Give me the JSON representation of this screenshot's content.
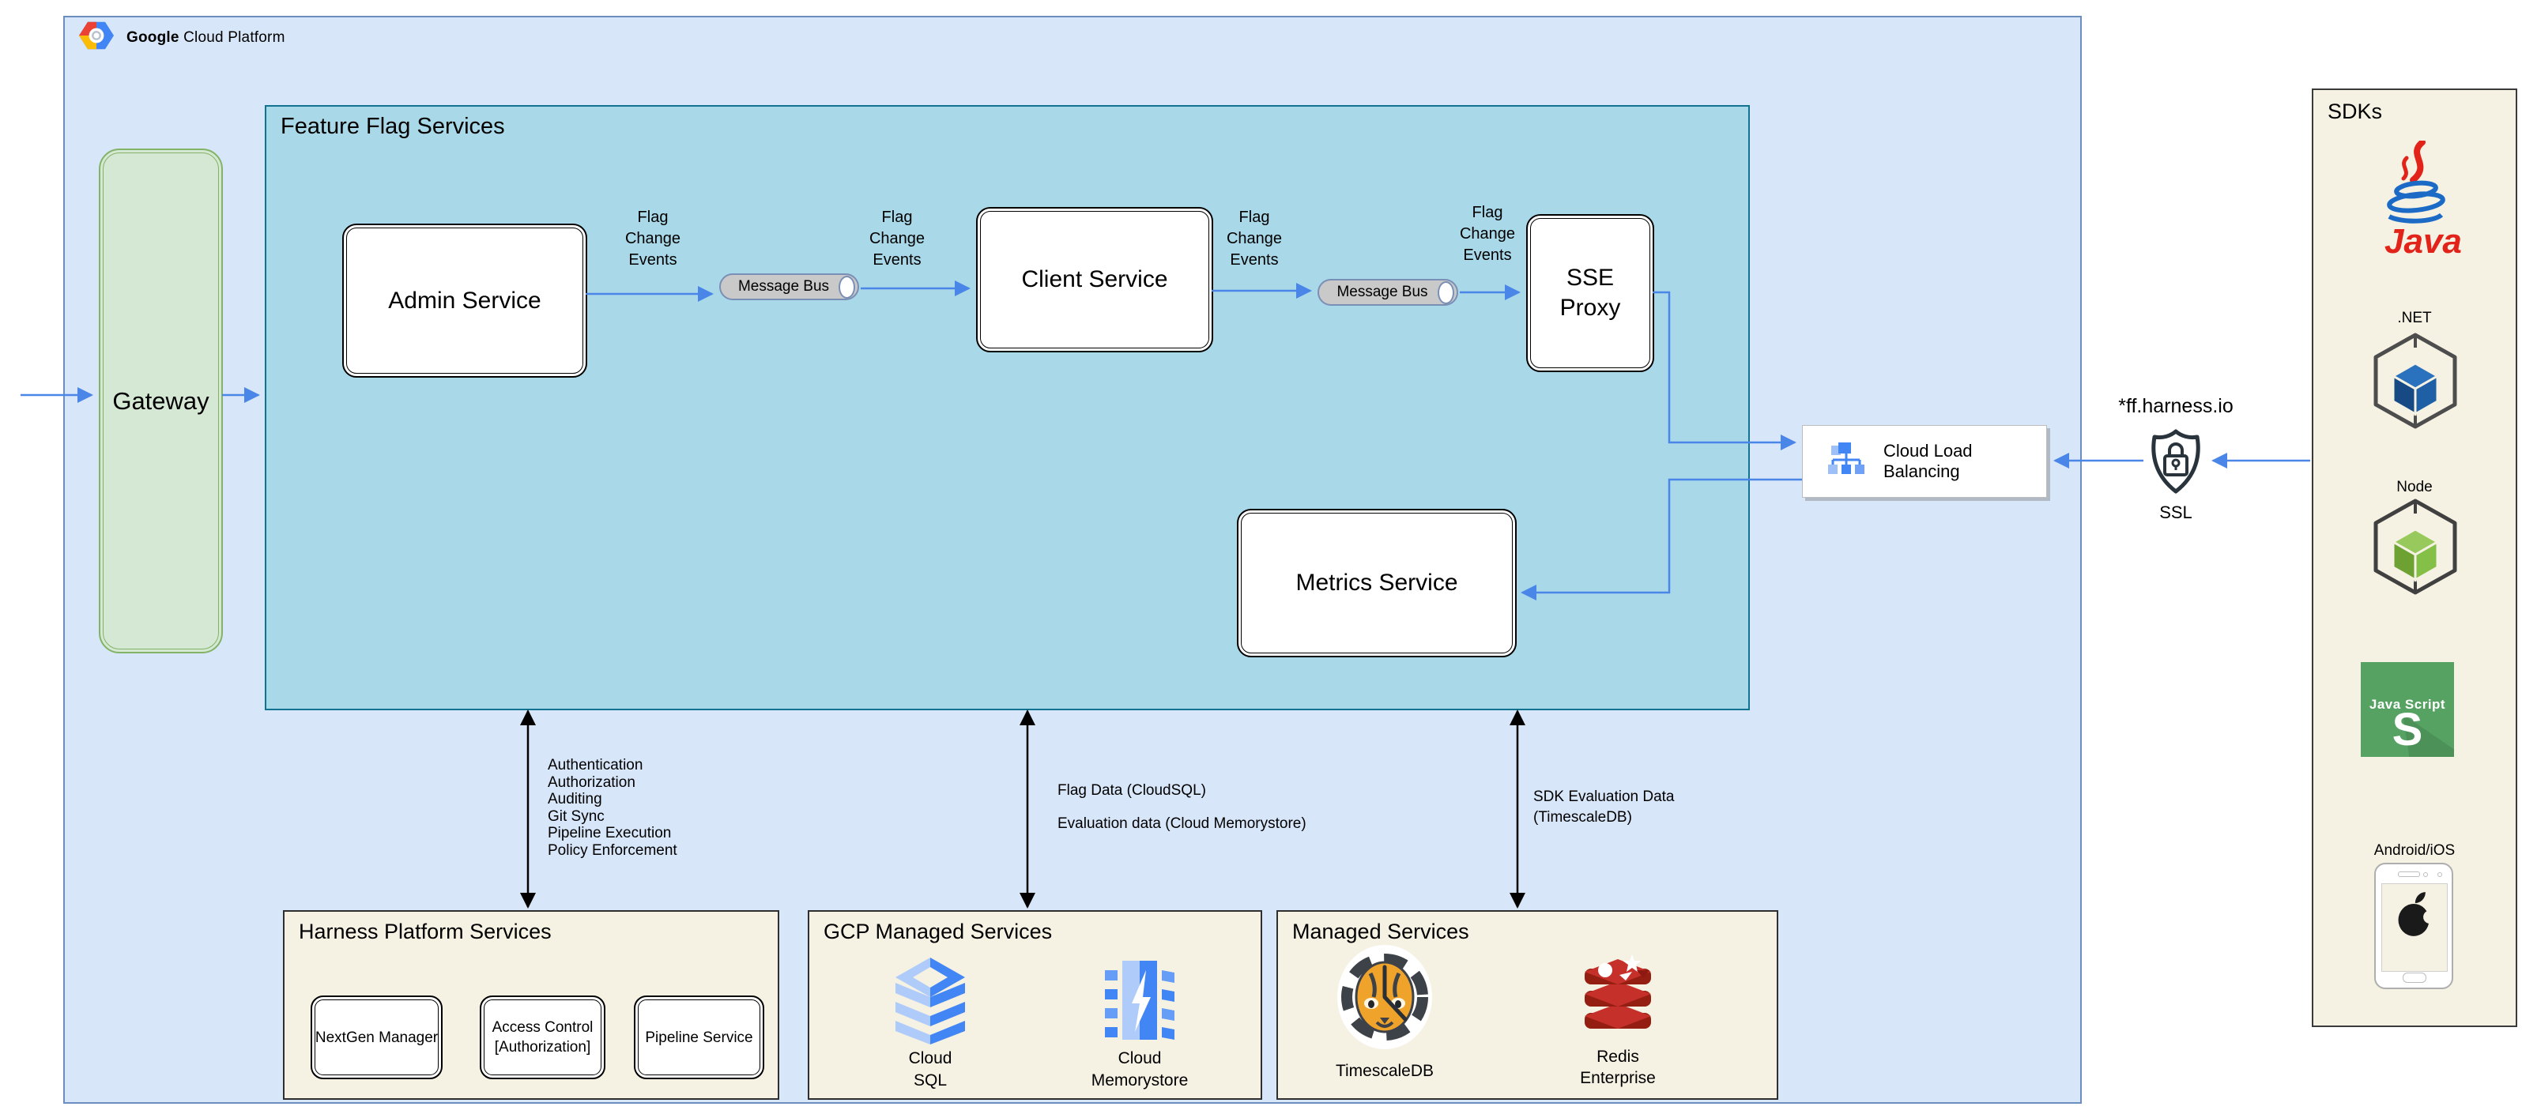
{
  "header": {
    "brand_bold": "Google",
    "brand_rest": "Cloud Platform"
  },
  "gateway": {
    "label": "Gateway"
  },
  "ffs": {
    "title": "Feature Flag Services",
    "admin": "Admin Service",
    "client": "Client Service",
    "sse": "SSE Proxy",
    "metrics": "Metrics Service",
    "bus_label": "Message Bus",
    "flag_events": "Flag\nChange\nEvents"
  },
  "clb": {
    "label": "Cloud Load Balancing"
  },
  "ssl": {
    "domain": "*ff.harness.io",
    "label": "SSL"
  },
  "annotations": {
    "auth_list": "Authentication\nAuthorization\nAuditing\nGit Sync\nPipeline Execution\nPolicy Enforcement",
    "flag_data": "Flag Data (CloudSQL)",
    "eval_data": "Evaluation data (Cloud Memorystore)",
    "sdk_eval": "SDK Evaluation Data\n(TimescaleDB)"
  },
  "harness": {
    "title": "Harness Platform Services",
    "boxes": [
      "NextGen Manager",
      "Access Control\n[Authorization]",
      "Pipeline Service"
    ]
  },
  "gcp_managed": {
    "title": "GCP Managed Services",
    "items": [
      {
        "label": "Cloud\nSQL"
      },
      {
        "label": "Cloud\nMemorystore"
      }
    ]
  },
  "managed": {
    "title": "Managed Services",
    "items": [
      {
        "label": "TimescaleDB"
      },
      {
        "label": "Redis\nEnterprise"
      }
    ]
  },
  "sdks": {
    "title": "SDKs",
    "java_text": "Java",
    "dotnet_label": ".NET",
    "node_label": "Node",
    "js_title": "Java Script",
    "js_letter": "S",
    "android_label": "Android/iOS"
  },
  "colors": {
    "arrow_blue": "#4a86e8",
    "gcp_bg": "#d8e6f9",
    "gcp_border": "#6c8ebf",
    "ffs_bg": "#a9d8e8",
    "ffs_border": "#11738f",
    "gateway_bg": "#d5e8d4",
    "gateway_border": "#82b366",
    "panel_bg": "#f5f1e3",
    "redis_red": "#c6302b",
    "timescale_orange": "#f0a32a"
  }
}
